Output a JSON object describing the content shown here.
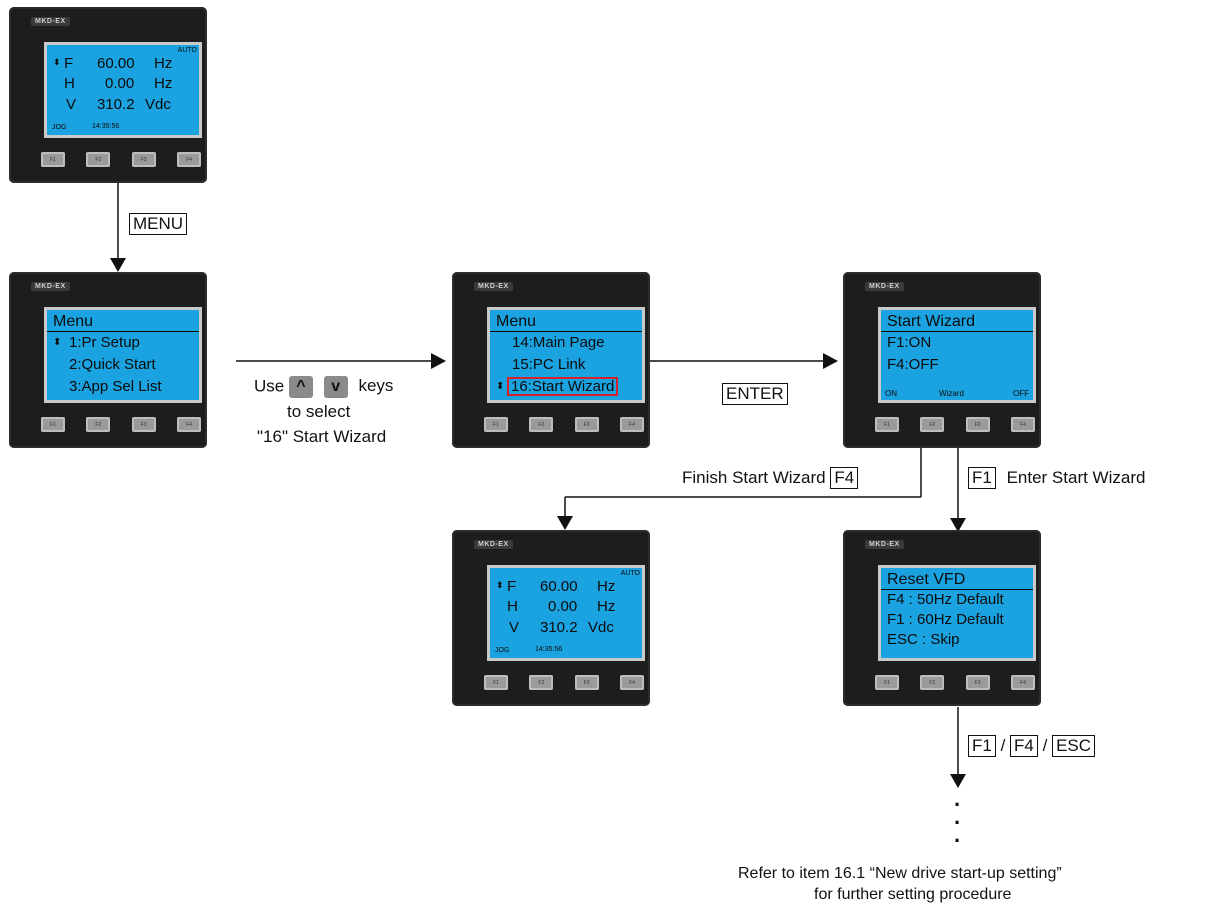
{
  "screen_main": {
    "auto": "AUTO",
    "row1_letter": "F",
    "row1_value": "60.00",
    "row1_unit": "Hz",
    "row2_letter": "H",
    "row2_value": "0.00",
    "row2_unit": "Hz",
    "row3_letter": "V",
    "row3_value": "310.2",
    "row3_unit": "Vdc",
    "jog": "JOG",
    "time": "14:35:56"
  },
  "menu1": {
    "title": "Menu",
    "items": [
      "1:Pr Setup",
      "2:Quick Start",
      "3:App Sel List"
    ]
  },
  "menu2": {
    "title": "Menu",
    "items": [
      "14:Main Page",
      "15:PC  Link",
      "16:Start Wizard"
    ]
  },
  "wizard": {
    "title": "Start Wizard",
    "line1": "F1:ON",
    "line2": "F4:OFF",
    "foot_left": "ON",
    "foot_mid": "Wizard",
    "foot_right": "OFF"
  },
  "reset": {
    "title": "Reset VFD",
    "line1": "F4 : 50Hz  Default",
    "line2": "F1 : 60Hz  Default",
    "line3": "ESC : Skip"
  },
  "keys": [
    "F1",
    "F2",
    "F3",
    "F4"
  ],
  "brand": "MKD-EX",
  "flow": {
    "menu_key": "MENU",
    "use": "Use",
    "keys_word": "keys",
    "to_select": "to select",
    "start_wizard_q": "\"16\" Start Wizard",
    "enter_key": "ENTER",
    "finish_text": "Finish Start Wizard",
    "f4": "F4",
    "f1": "F1",
    "enter_text": "Enter Start Wizard",
    "f1b": "F1",
    "slash1": "/",
    "f4b": "F4",
    "slash2": "/",
    "esc": "ESC",
    "dots": "⋮",
    "refer1": "Refer to item 16.1 “New drive start-up setting”",
    "refer2": "for further setting procedure"
  },
  "colors": {
    "lcd": "#1aa3e0",
    "highlight": "#d8202a",
    "bezel": "#1d1d1d"
  }
}
